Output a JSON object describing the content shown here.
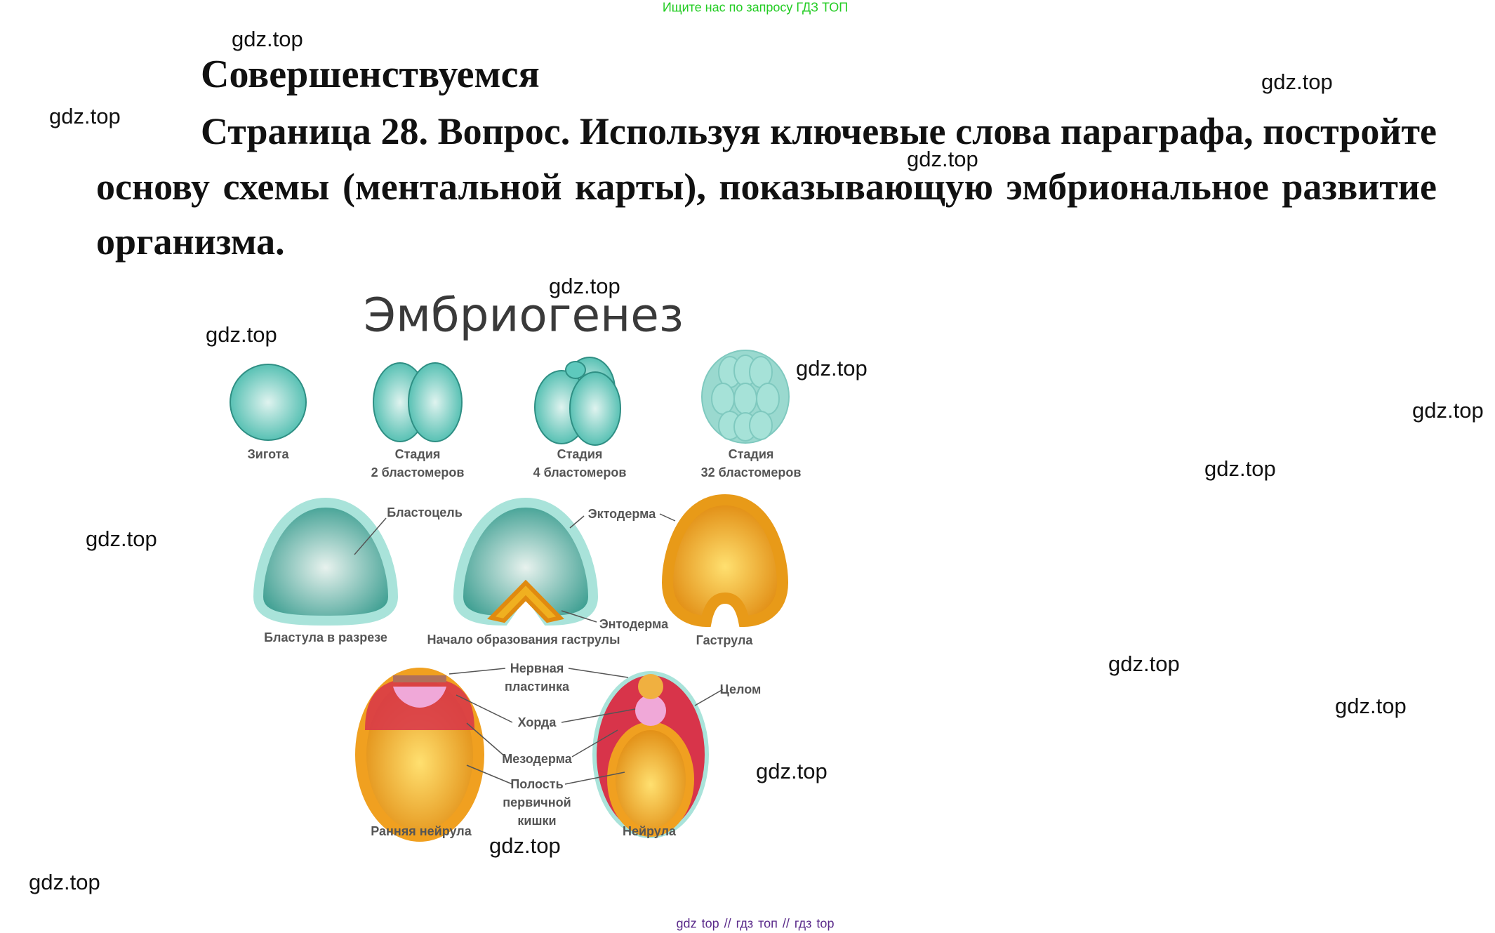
{
  "banner": "Ищите нас по запросу ГДЗ ТОП",
  "footer": "gdz top  //  гдз топ  //  гдз top",
  "watermark": "gdz.top",
  "section_title": "Совершенствуемся",
  "question": "Страница 28. Вопрос. Используя ключевые слова параграфа, постройте основу схемы (ментальной карты), показывающую эмбриональное развитие организма.",
  "diagram": {
    "title": "Эмбриогенез",
    "stages": {
      "zygote": "Зигота",
      "stage2_a": "Стадия",
      "stage2_b": "2 бластомеров",
      "stage4_a": "Стадия",
      "stage4_b": "4 бластомеров",
      "stage32_a": "Стадия",
      "stage32_b": "32 бластомеров",
      "blastula": "Бластула в разрезе",
      "gastrula_start": "Начало образования гаструлы",
      "gastrula": "Гаструла",
      "early_neurula": "Ранняя нейрула",
      "neurula": "Нейрула"
    },
    "parts": {
      "blastocoel": "Бластоцель",
      "ectoderm": "Эктодерма",
      "endoderm": "Энтодерма",
      "neural_plate_a": "Нервная",
      "neural_plate_b": "пластинка",
      "coelom": "Целом",
      "chord": "Хорда",
      "mesoderm": "Мезодерма",
      "gut_a": "Полость",
      "gut_b": "первичной",
      "gut_c": "кишки"
    },
    "colors": {
      "teal": "#5ec9bd",
      "orange": "#f0a020",
      "red": "#d8344a",
      "pink": "#f0a8d8"
    }
  }
}
